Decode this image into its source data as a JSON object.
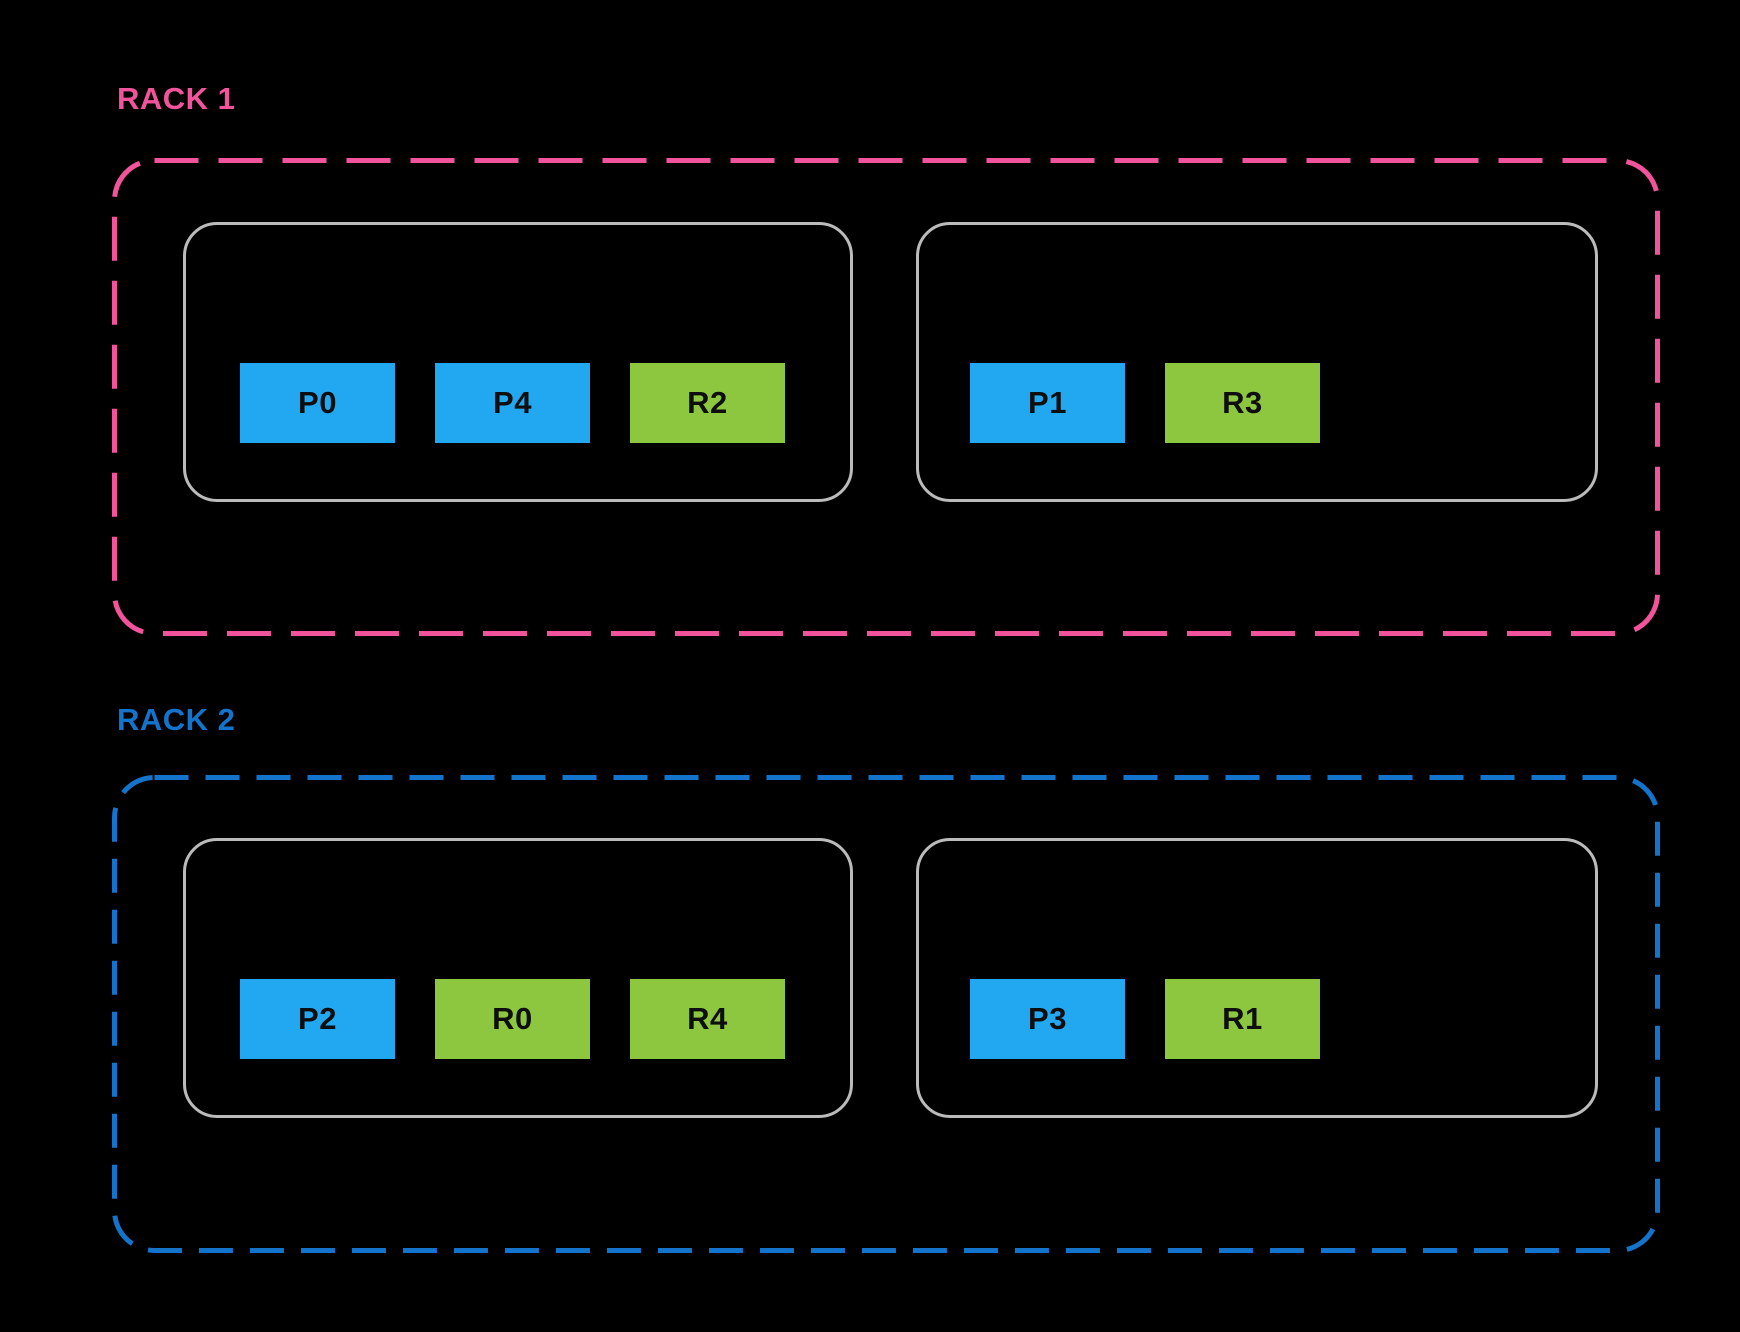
{
  "diagram": {
    "description": "Shard placement across two racks, each rack containing two hosts with primary (P) and replica (R) shards"
  },
  "colors": {
    "background": "#000000",
    "rack1_accent": "#F2549C",
    "rack2_accent": "#1473CB",
    "host_border": "#BBBBBB",
    "shard_primary": "#21A8F0",
    "shard_replica": "#8DC63F",
    "shard_text": "#0E0E0E"
  },
  "racks": [
    {
      "label": "RACK 1",
      "hosts": [
        {
          "shards": [
            {
              "id": "P0",
              "type": "primary"
            },
            {
              "id": "P4",
              "type": "primary"
            },
            {
              "id": "R2",
              "type": "replica"
            }
          ]
        },
        {
          "shards": [
            {
              "id": "P1",
              "type": "primary"
            },
            {
              "id": "R3",
              "type": "replica"
            }
          ]
        }
      ]
    },
    {
      "label": "RACK 2",
      "hosts": [
        {
          "shards": [
            {
              "id": "P2",
              "type": "primary"
            },
            {
              "id": "R0",
              "type": "replica"
            },
            {
              "id": "R4",
              "type": "replica"
            }
          ]
        },
        {
          "shards": [
            {
              "id": "P3",
              "type": "primary"
            },
            {
              "id": "R1",
              "type": "replica"
            }
          ]
        }
      ]
    }
  ]
}
